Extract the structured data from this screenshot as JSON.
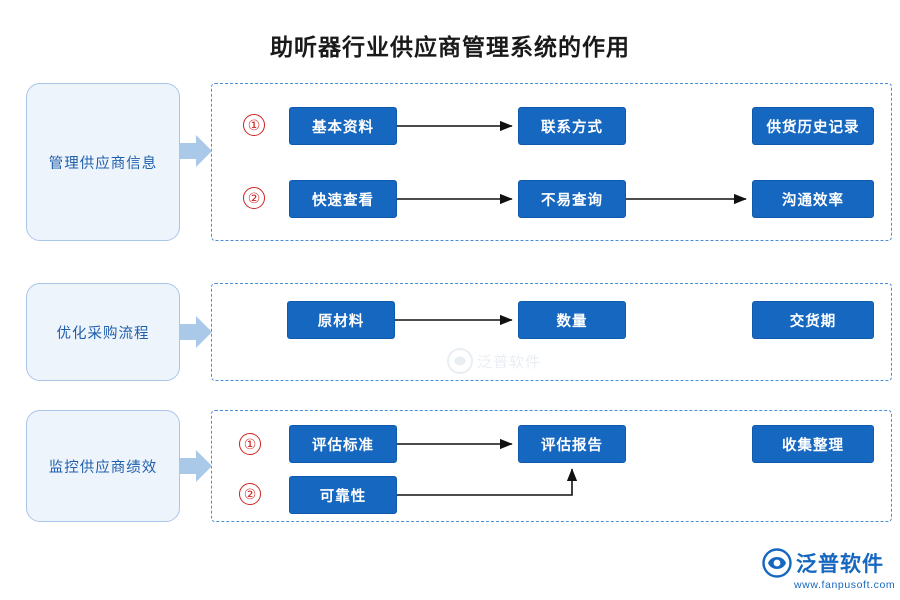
{
  "title": "助听器行业供应商管理系统的作用",
  "sections": [
    {
      "label": "管理供应商信息",
      "rows": [
        {
          "num": "①",
          "boxes": [
            "基本资料",
            "联系方式",
            "供货历史记录"
          ]
        },
        {
          "num": "②",
          "boxes": [
            "快速查看",
            "不易查询",
            "沟通效率"
          ]
        }
      ]
    },
    {
      "label": "优化采购流程",
      "rows": [
        {
          "num": "",
          "boxes": [
            "原材料",
            "数量",
            "交货期"
          ]
        }
      ]
    },
    {
      "label": "监控供应商绩效",
      "rows": [
        {
          "num": "①",
          "boxes": [
            "评估标准",
            "评估报告",
            "收集整理"
          ]
        },
        {
          "num": "②",
          "boxes": [
            "可靠性"
          ]
        }
      ]
    }
  ],
  "watermark": {
    "text": "泛普软件"
  },
  "logo": {
    "cn": "泛普软件",
    "en": "www.fanpusoft.com"
  },
  "colors": {
    "box_blue": "#1667bf",
    "label_fill": "#eef4fb",
    "label_border": "#a9c6e8",
    "label_text": "#1f5fad",
    "dashed_border": "#4b8fd6",
    "circle_red": "#cf2323",
    "arrow_fill": "#aac9e8"
  }
}
